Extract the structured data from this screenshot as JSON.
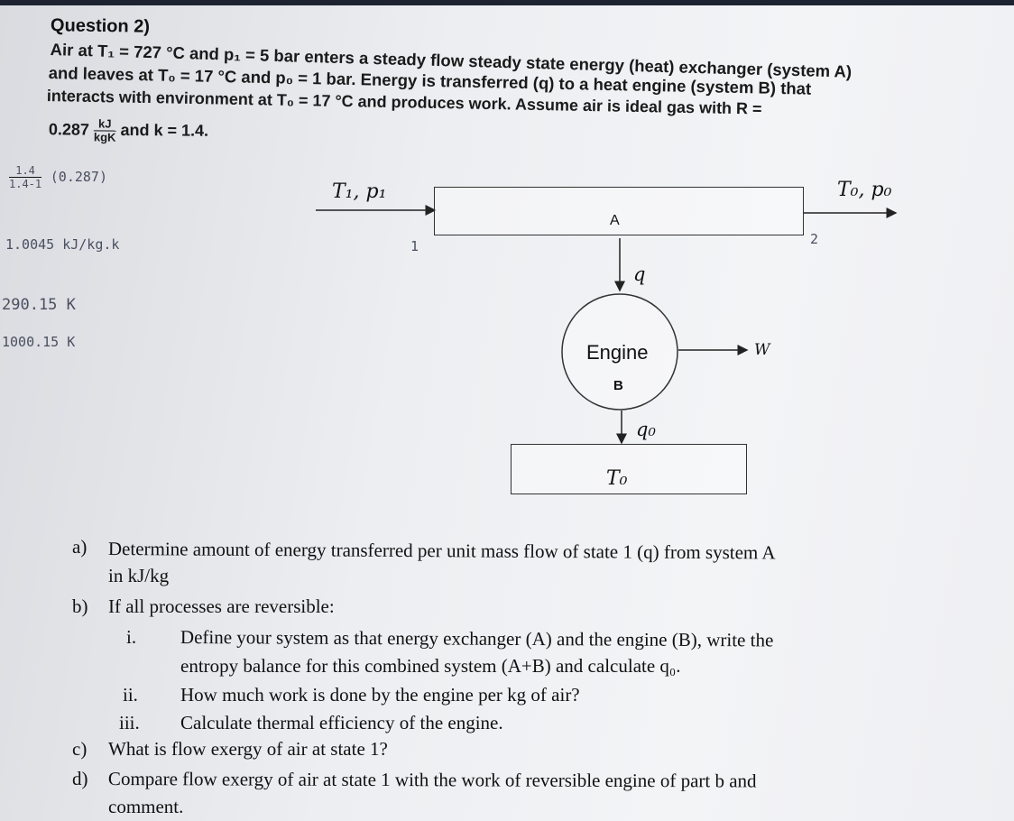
{
  "question": {
    "title": "Question 2)",
    "lines": [
      "Air at T₁ = 727 °C and p₁ = 5 bar enters a steady flow steady state energy (heat) exchanger (system A)",
      "and leaves at T₀ = 17 °C and p₀ = 1 bar. Energy is transferred (q) to a heat engine (system B) that",
      "interacts with environment at T₀ = 17 °C and produces work. Assume air is ideal gas with R ="
    ],
    "r_value": "0.287",
    "r_unit_num": "kJ",
    "r_unit_den": "kgK",
    "k_text": "and k = 1.4."
  },
  "handwritten": {
    "frac_num": "1.4",
    "frac_den": "1.4-1",
    "paren": "(0.287)",
    "cp": "1.0045 kJ/kg.k",
    "t0": "290.15 K",
    "t1": "1000.15 K",
    "mark1": "1",
    "mark2": "2"
  },
  "diagram": {
    "inlet": "T₁, p₁",
    "outlet": "T₀, p₀",
    "exchanger": "A",
    "q": "q",
    "engine": "Engine",
    "engine_sub": "B",
    "work": "W",
    "q0": "q₀",
    "reservoir": "T₀"
  },
  "parts": {
    "a_label": "a)",
    "a_line1": "Determine amount of energy transferred per unit mass flow of state 1 (q) from system A",
    "a_line2": "in kJ/kg",
    "b_label": "b)",
    "b_text": "If all processes are reversible:",
    "i_label": "i.",
    "i_line1": "Define your system as that energy exchanger (A) and the engine (B), write the",
    "i_line2": "entropy balance for this combined system (A+B) and calculate q₀.",
    "ii_label": "ii.",
    "ii_text": "How much work is done by the engine per kg of air?",
    "iii_label": "iii.",
    "iii_text": "Calculate thermal efficiency of the engine.",
    "c_label": "c)",
    "c_text": "What is flow exergy of air at state 1?",
    "d_label": "d)",
    "d_line1": "Compare flow exergy of air at state 1 with the work of reversible engine of part b and",
    "d_line2": "comment."
  }
}
